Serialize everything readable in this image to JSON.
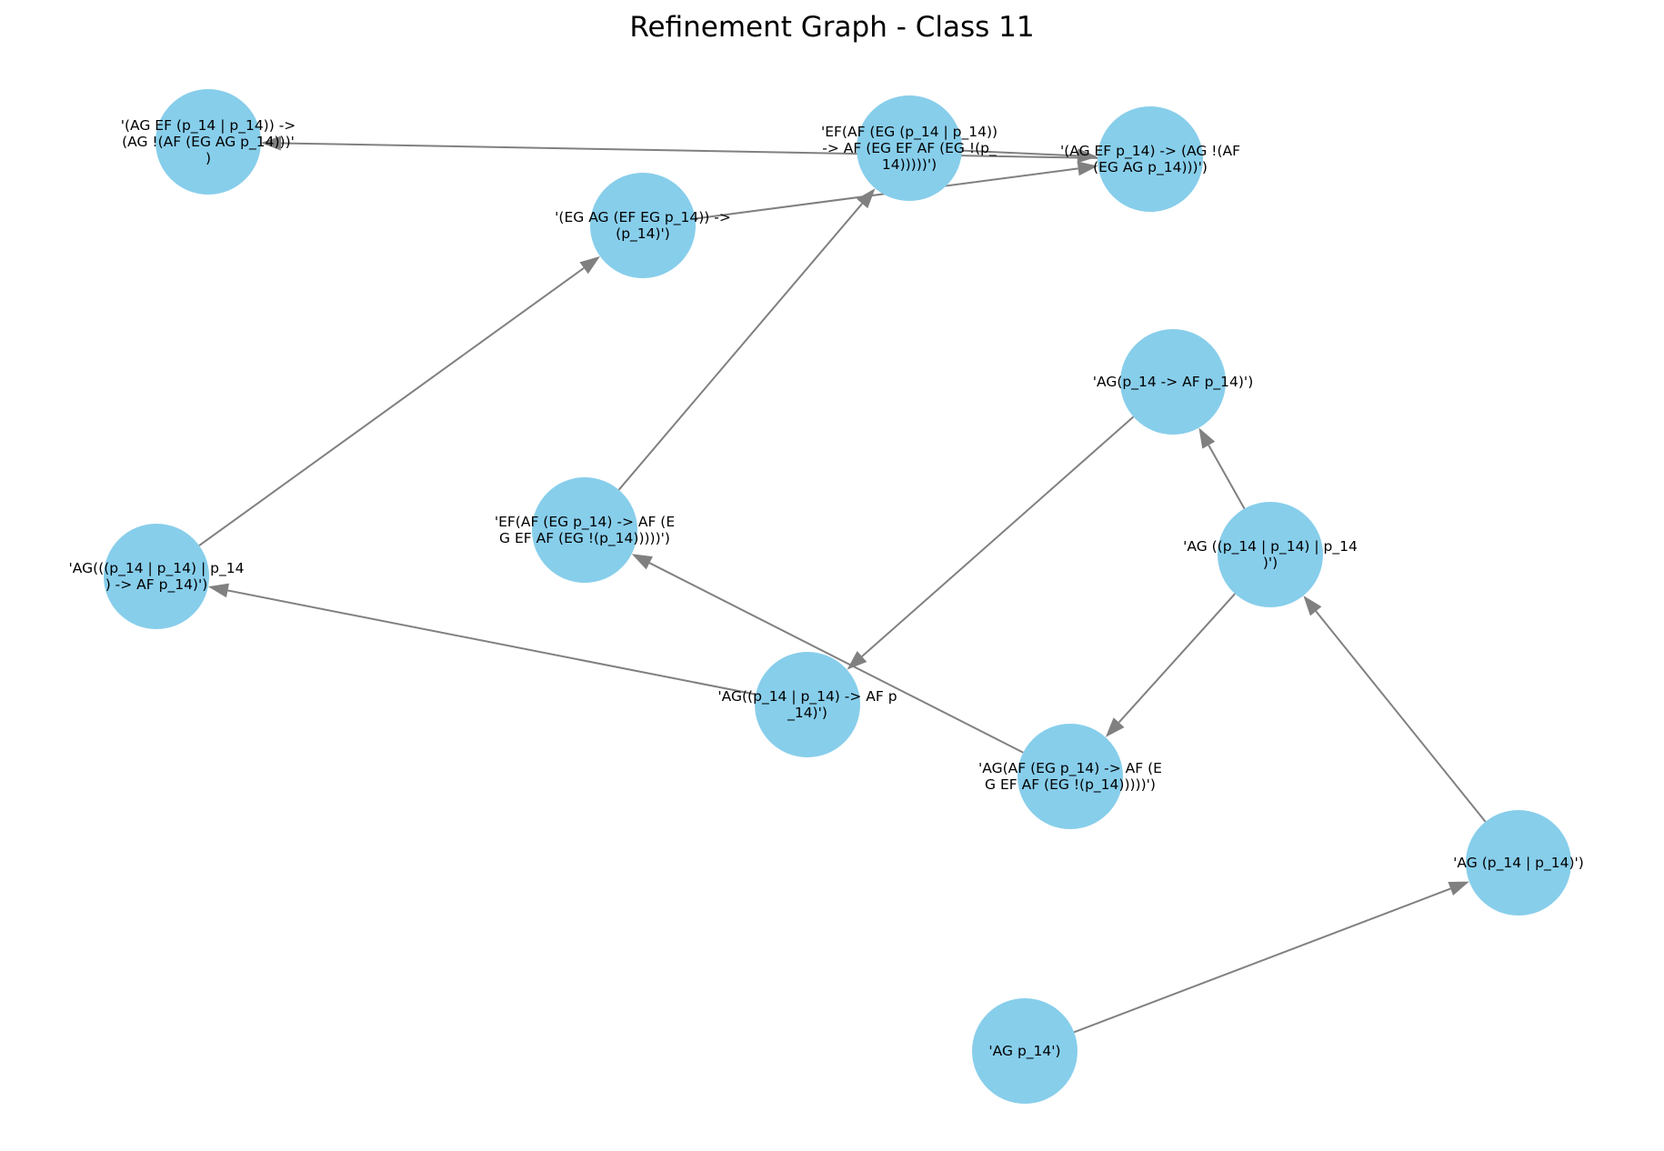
{
  "title": "Refinement Graph - Class 11",
  "colors": {
    "node": "#87ceeb",
    "edge": "#808080",
    "background": "#ffffff"
  },
  "nodes": [
    {
      "id": "n1",
      "label": [
        "'(AG EF (p_14 | p_14)) ->",
        "(AG !(AF (EG AG p_14)))'",
        ")"
      ]
    },
    {
      "id": "n2",
      "label": [
        "'EF(AF (EG (p_14 | p_14))",
        "-> AF (EG EF AF (EG !(p_",
        "14)))))')"
      ]
    },
    {
      "id": "n3",
      "label": [
        "'(AG EF p_14) -> (AG !(AF",
        "(EG AG p_14)))')"
      ]
    },
    {
      "id": "n4",
      "label": [
        "'(EG AG (EF EG p_14)) ->",
        "(p_14)')"
      ]
    },
    {
      "id": "n5",
      "label": [
        "'AG(p_14 -> AF p_14)')"
      ]
    },
    {
      "id": "n6",
      "label": [
        "'EF(AF (EG p_14) -> AF (E",
        "G EF AF (EG !(p_14)))))')"
      ]
    },
    {
      "id": "n7",
      "label": [
        "'AG(((p_14 | p_14) | p_14",
        ") -> AF p_14)')"
      ]
    },
    {
      "id": "n8",
      "label": [
        "'AG ((p_14 | p_14) | p_14",
        ")')"
      ]
    },
    {
      "id": "n9",
      "label": [
        "'AG((p_14 | p_14) -> AF p",
        "_14)')"
      ]
    },
    {
      "id": "n10",
      "label": [
        "'AG(AF (EG p_14) -> AF (E",
        "G EF AF (EG !(p_14)))))')"
      ]
    },
    {
      "id": "n11",
      "label": [
        "'AG (p_14 | p_14)')"
      ]
    },
    {
      "id": "n12",
      "label": [
        "'AG p_14')"
      ]
    }
  ],
  "edges": [
    {
      "from": "n12",
      "to": "n11"
    },
    {
      "from": "n11",
      "to": "n8"
    },
    {
      "from": "n8",
      "to": "n5"
    },
    {
      "from": "n8",
      "to": "n10"
    },
    {
      "from": "n5",
      "to": "n9"
    },
    {
      "from": "n9",
      "to": "n7"
    },
    {
      "from": "n10",
      "to": "n6"
    },
    {
      "from": "n7",
      "to": "n4"
    },
    {
      "from": "n6",
      "to": "n2"
    },
    {
      "from": "n4",
      "to": "n3"
    },
    {
      "from": "n2",
      "to": "n3"
    },
    {
      "from": "n3",
      "to": "n1"
    }
  ]
}
